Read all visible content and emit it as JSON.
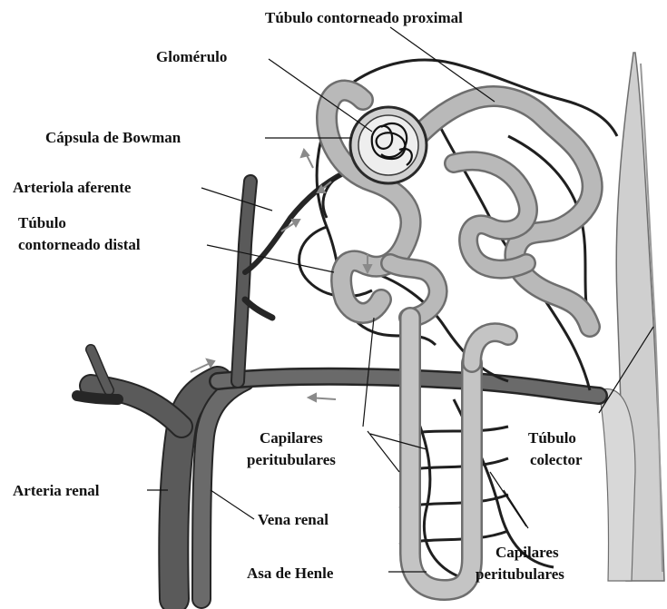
{
  "labels": {
    "tubulo_proximal": "Túbulo contorneado proximal",
    "glomerulo": "Glomérulo",
    "capsula_bowman": "Cápsula de Bowman",
    "arteriola_aferente": "Arteriola aferente",
    "tubulo_distal_1": "Túbulo",
    "tubulo_distal_2": "contorneado distal",
    "capilares_1a": "Capilares",
    "capilares_1b": "peritubulares",
    "tubulo_colector_1": "Túbulo",
    "tubulo_colector_2": "colector",
    "arteria_renal": "Arteria renal",
    "vena_renal": "Vena renal",
    "asa_henle": "Asa de Henle",
    "capilares_2a": "Capilares",
    "capilares_2b": "peritubulares"
  },
  "colors": {
    "tubule": "#b9b9b9",
    "tubule_edge": "#6e6e6e",
    "vessel": "#5a5a5a",
    "vessel_edge": "#262626",
    "capillary": "#1f1f1f",
    "collecting": "#c8c8c8"
  }
}
